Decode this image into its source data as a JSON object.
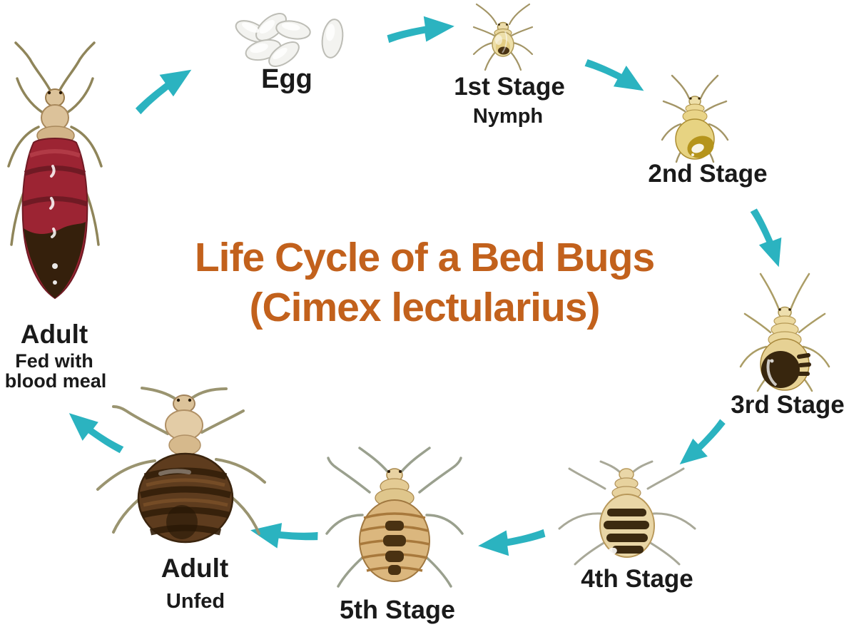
{
  "title": {
    "line1": "Life Cycle of a Bed Bugs",
    "line2": "(Cimex lectularius)"
  },
  "stages": [
    {
      "id": "egg",
      "label": "Egg"
    },
    {
      "id": "nymph-1",
      "label": "1st Stage",
      "sublabel": "Nymph"
    },
    {
      "id": "nymph-2",
      "label": "2nd Stage"
    },
    {
      "id": "nymph-3",
      "label": "3rd Stage"
    },
    {
      "id": "nymph-4",
      "label": "4th Stage"
    },
    {
      "id": "nymph-5",
      "label": "5th Stage"
    },
    {
      "id": "adult-unfed",
      "label": "Adult",
      "sublabel": "Unfed"
    },
    {
      "id": "adult-fed",
      "label": "Adult",
      "sublabel": "Fed with",
      "sublabel2": "blood meal"
    }
  ],
  "colors": {
    "arrow": "#2BB3C0",
    "title": "#C2611C",
    "label": "#1A1A1A",
    "egg_shell": "#F3F3F0",
    "nymph_pale": "#ECDCA9",
    "nymph_gold": "#B5941C",
    "dark_brown": "#38260E",
    "adult_unfed_abdomen": "#5E3C1E",
    "adult_fed_abdomen": "#9C2433",
    "body_cream": "#DCC39A"
  }
}
